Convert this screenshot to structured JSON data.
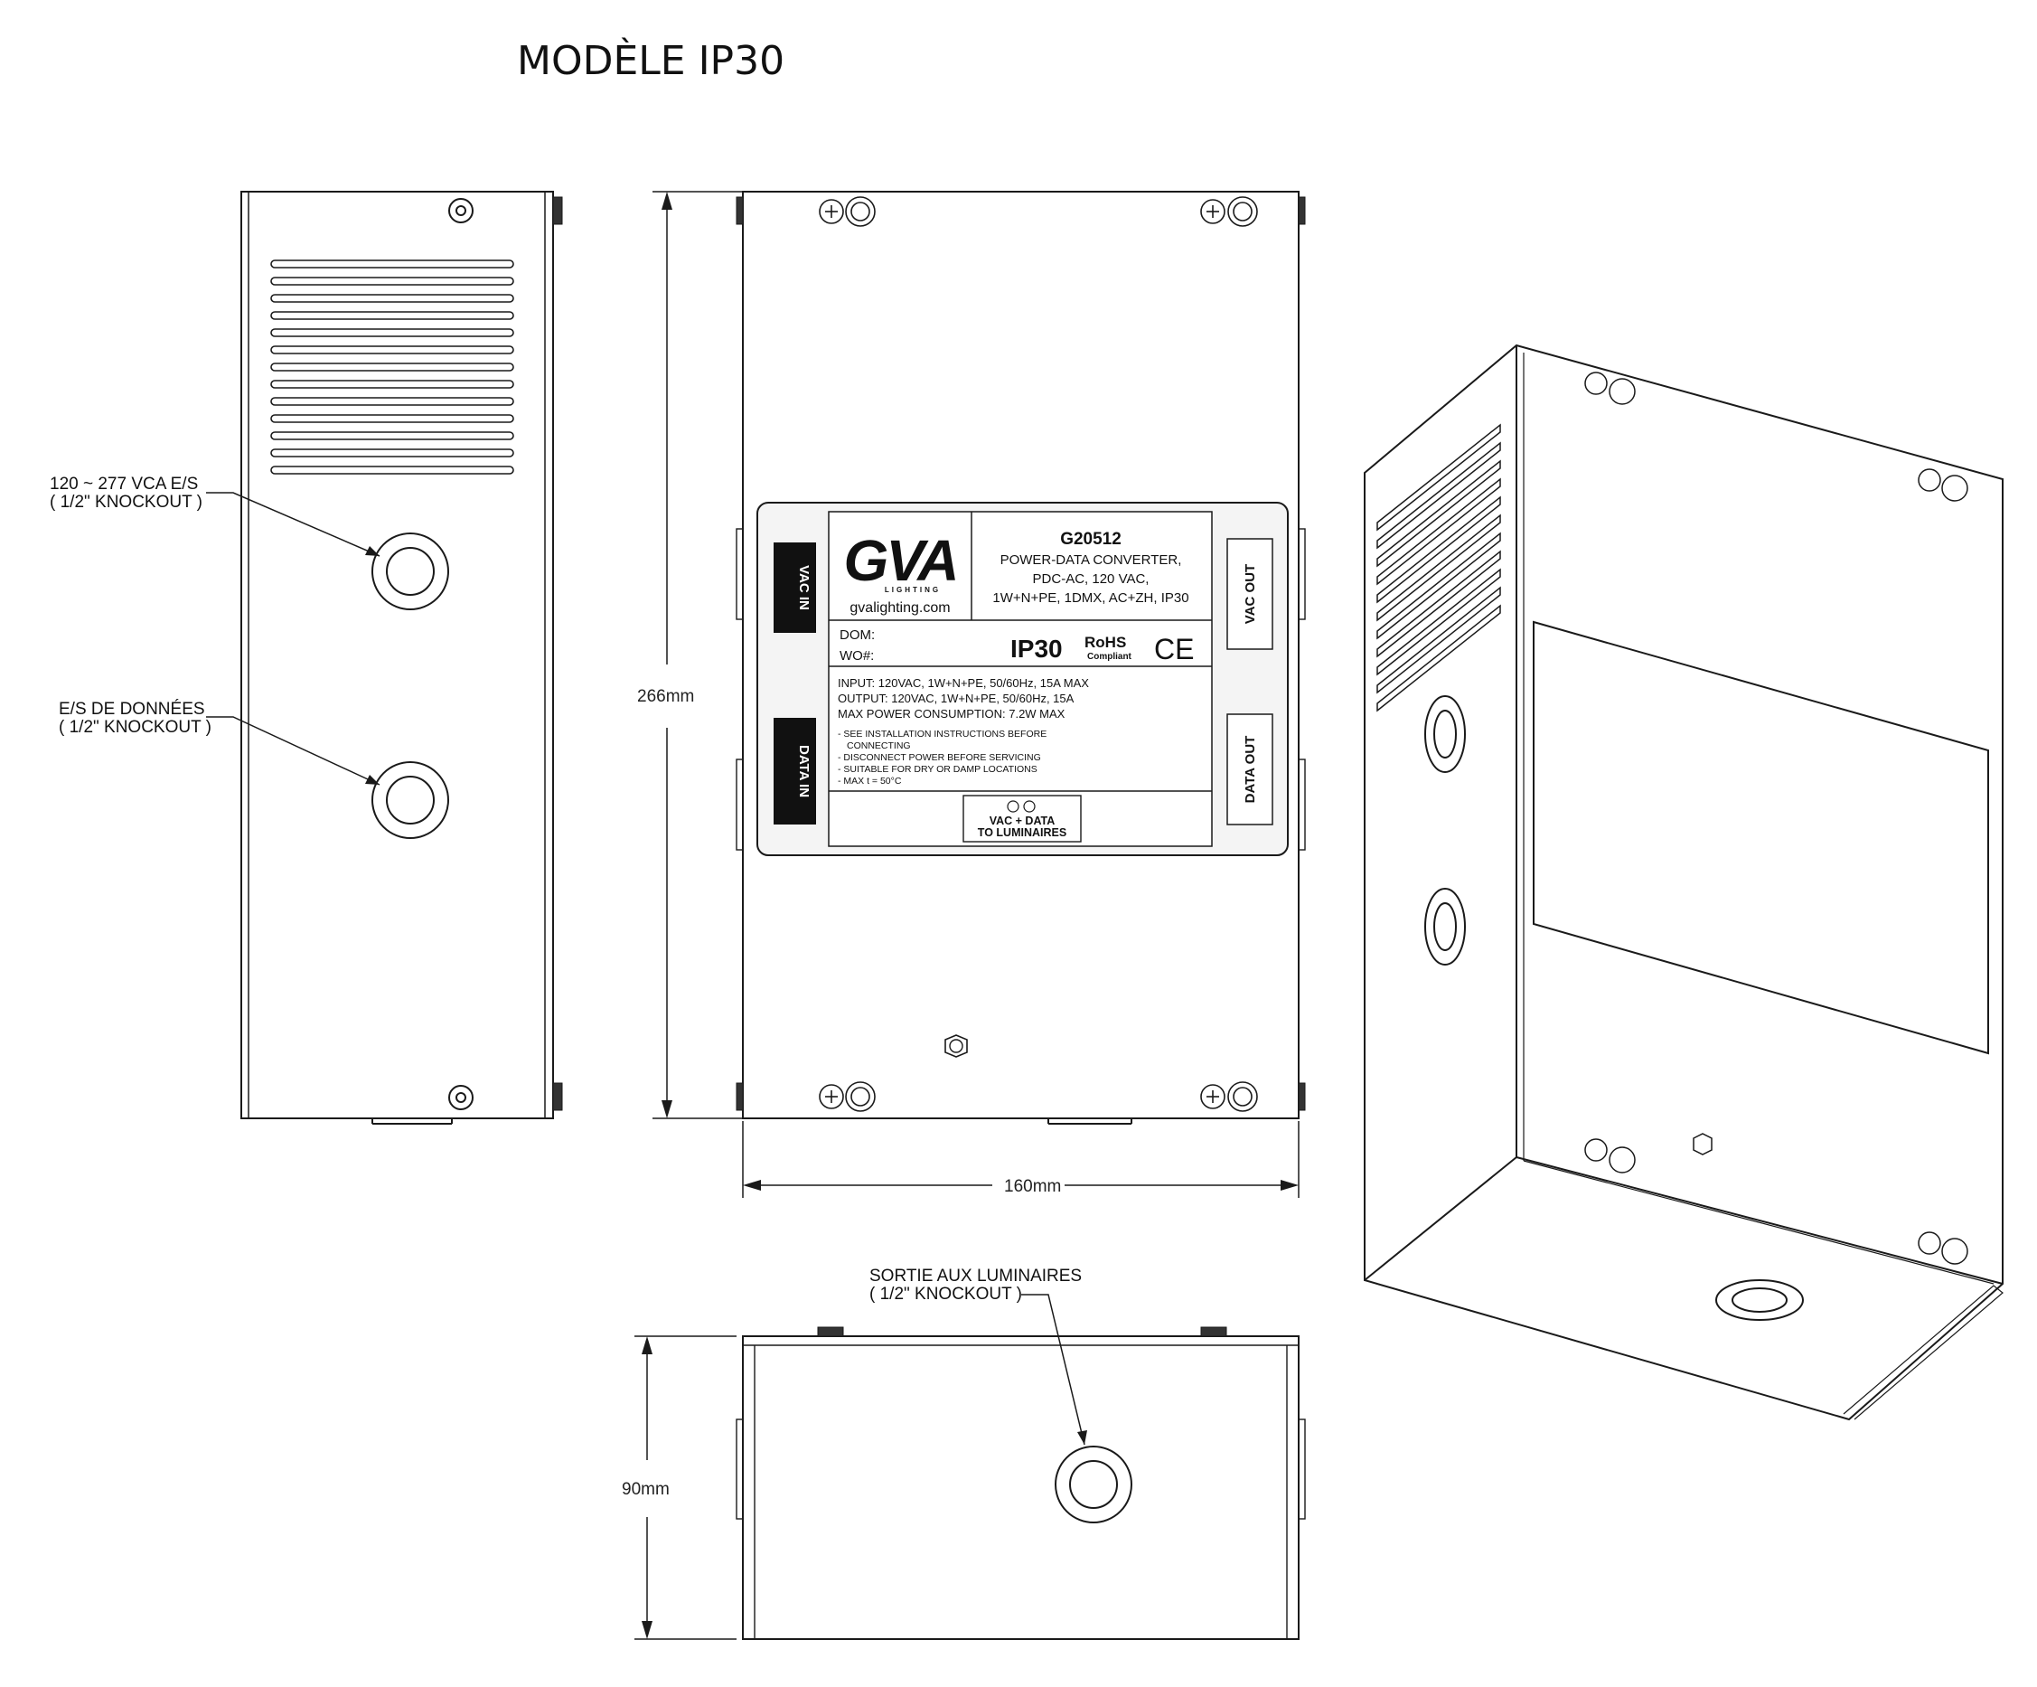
{
  "title": "MODÈLE IP30",
  "callouts": {
    "vac_line1": "120 ~ 277 VCA E/S",
    "vac_line2": "( 1/2\" KNOCKOUT )",
    "data_line1": "E/S DE DONNÉES",
    "data_line2": "( 1/2\" KNOCKOUT )",
    "out_line1": "SORTIE AUX LUMINAIRES",
    "out_line2": "( 1/2\" KNOCKOUT )"
  },
  "dimensions": {
    "height": "266mm",
    "width": "160mm",
    "depth": "90mm"
  },
  "label": {
    "vac_in": "VAC IN",
    "data_in": "DATA IN",
    "vac_out": "VAC OUT",
    "data_out": "DATA OUT",
    "logo": "GVA",
    "logo_sub": "LIGHTING",
    "website": "gvalighting.com",
    "part_number": "G20512",
    "desc_line1": "POWER-DATA CONVERTER,",
    "desc_line2": "PDC-AC, 120 VAC,",
    "desc_line3": "1W+N+PE, 1DMX, AC+ZH, IP30",
    "dom": "DOM:",
    "wo": "WO#:",
    "ip_rating": "IP30",
    "rohs": "RoHS",
    "rohs_sub": "Compliant",
    "ce": "CE",
    "spec_input": "INPUT: 120VAC, 1W+N+PE, 50/60Hz, 15A MAX",
    "spec_output": "OUTPUT: 120VAC, 1W+N+PE, 50/60Hz, 15A",
    "spec_max": "MAX POWER CONSUMPTION: 7.2W MAX",
    "note1": "- SEE INSTALLATION INSTRUCTIONS BEFORE",
    "note1b": "CONNECTING",
    "note2": "- DISCONNECT POWER BEFORE SERVICING",
    "note3": "- SUITABLE FOR DRY OR DAMP LOCATIONS",
    "note4": "- MAX t = 50°C",
    "bottom_line1": "VAC + DATA",
    "bottom_line2": "TO LUMINAIRES"
  },
  "colors": {
    "line": "#1a1a1a",
    "tab_fill": "#111111",
    "label_fill": "#f2f2f2"
  }
}
